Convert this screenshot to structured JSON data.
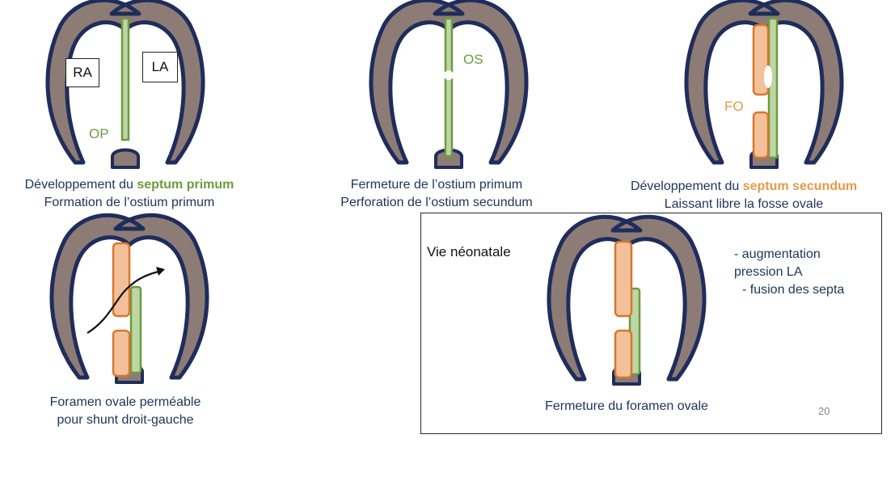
{
  "colors": {
    "heart_wall": "#8d7b76",
    "heart_outline": "#1f2d5c",
    "septum_primum_fill": "#bdd6a6",
    "septum_primum_stroke": "#6f9a3c",
    "septum_secundum_fill": "#f3c199",
    "septum_secundum_stroke": "#d9772e",
    "caption_text": "#1f3358"
  },
  "panel1": {
    "chamber_right": "RA",
    "chamber_left": "LA",
    "ostium_label": "OP",
    "caption_line1_pre": "Développement du ",
    "caption_line1_highlight": "septum primum",
    "caption_line2": "Formation de l’ostium primum"
  },
  "panel2": {
    "ostium_label": "OS",
    "caption_line1": "Fermeture de l’ostium primum",
    "caption_line2": "Perforation de l’ostium secundum"
  },
  "panel3": {
    "fossa_label": "FO",
    "caption_line1_pre": "Développement du ",
    "caption_line1_highlight": "septum secundum",
    "caption_line2": "Laissant libre la fosse ovale"
  },
  "panel4": {
    "arrow_icon": "curved-arrow-icon",
    "caption_line1": "Foramen ovale perméable",
    "caption_line2": "pour shunt droit-gauche"
  },
  "panel5": {
    "title": "Vie néonatale",
    "note_line1": "- augmentation",
    "note_line2": "pression LA",
    "note_line3": "- fusion des septa",
    "caption": "Fermeture du foramen ovale",
    "slide_number": "20"
  }
}
